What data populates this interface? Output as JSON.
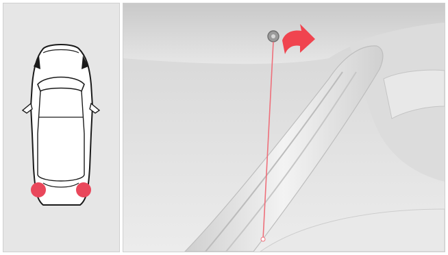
{
  "figure": {
    "left_panel": {
      "subject": "car-top-view",
      "highlight_color": "#e9475b",
      "highlight_count": 2
    },
    "right_panel": {
      "subject": "rear-seat-belt-anchor-detail",
      "arrow_color": "#f0444f",
      "leader_line_color": "#ee6f7a"
    }
  }
}
